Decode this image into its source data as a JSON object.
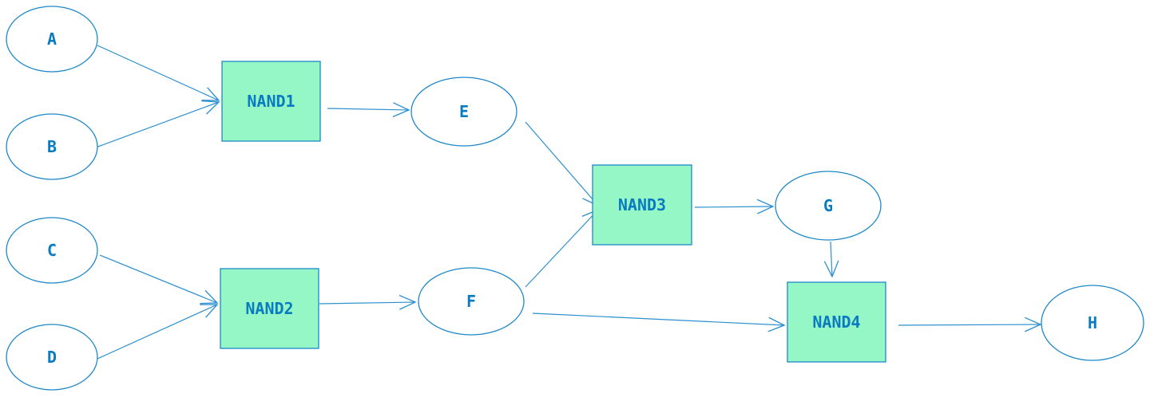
{
  "colors": {
    "gate_fill": "#96f7c6",
    "stroke": "#1e88c8",
    "label": "#0b7bc1",
    "edge": "#2b8fd0"
  },
  "nodes": {
    "A": "A",
    "B": "B",
    "C": "C",
    "D": "D",
    "E": "E",
    "F": "F",
    "G": "G",
    "H": "H",
    "NAND1": "NAND1",
    "NAND2": "NAND2",
    "NAND3": "NAND3",
    "NAND4": "NAND4"
  },
  "edges": [
    {
      "from": "A",
      "to": "NAND1"
    },
    {
      "from": "B",
      "to": "NAND1"
    },
    {
      "from": "C",
      "to": "NAND2"
    },
    {
      "from": "D",
      "to": "NAND2"
    },
    {
      "from": "NAND1",
      "to": "E"
    },
    {
      "from": "NAND2",
      "to": "F"
    },
    {
      "from": "E",
      "to": "NAND3"
    },
    {
      "from": "F",
      "to": "NAND3"
    },
    {
      "from": "NAND3",
      "to": "G"
    },
    {
      "from": "G",
      "to": "NAND4"
    },
    {
      "from": "F",
      "to": "NAND4"
    },
    {
      "from": "NAND4",
      "to": "H"
    }
  ]
}
